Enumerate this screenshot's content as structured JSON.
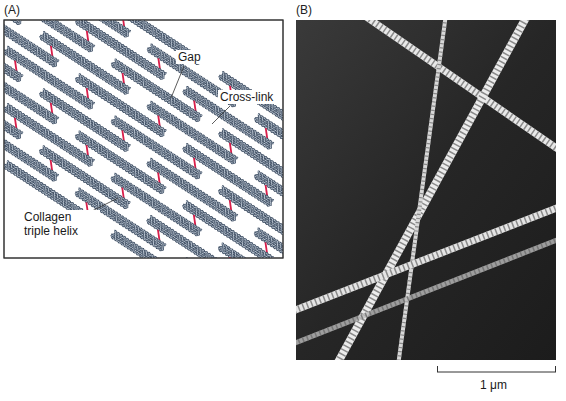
{
  "diagram": {
    "labels": [
      "(A)",
      "(B)",
      "Gap",
      "Cross-link",
      "Collagen triple helix",
      "1 μm"
    ]
  }
}
